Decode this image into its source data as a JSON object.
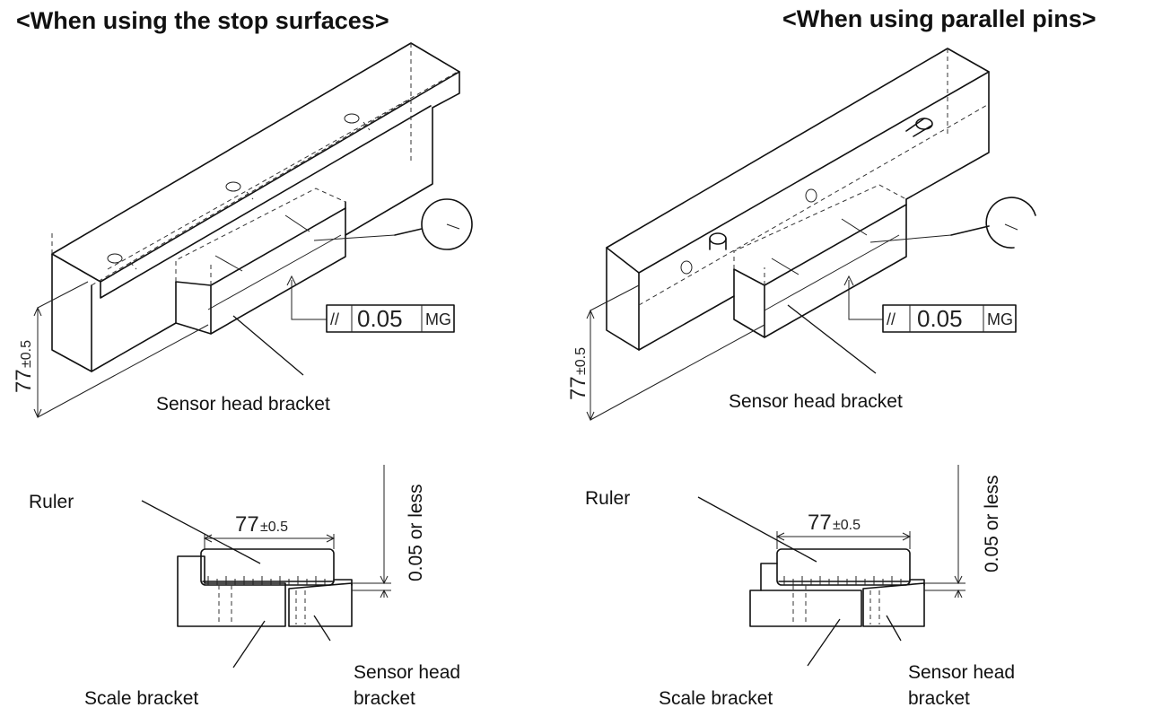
{
  "left": {
    "title": "<When using the stop surfaces>",
    "iso_dimension": "77",
    "iso_tolerance": "±0.5",
    "tolerance_symbol": "//",
    "tolerance_value": "0.05",
    "tolerance_datum": "MG",
    "iso_label": "Sensor head bracket",
    "ruler_label": "Ruler",
    "section_dimension": "77",
    "section_tolerance": "±0.5",
    "gap_label": "0.05 or less",
    "scale_bracket_label": "Scale bracket",
    "sensor_bracket_label_1": "Sensor head",
    "sensor_bracket_label_2": "bracket"
  },
  "right": {
    "title": "<When using parallel pins>",
    "iso_dimension": "77",
    "iso_tolerance": "±0.5",
    "tolerance_symbol": "//",
    "tolerance_value": "0.05",
    "tolerance_datum": "MG",
    "iso_label": "Sensor head bracket",
    "ruler_label": "Ruler",
    "section_dimension": "77",
    "section_tolerance": "±0.5",
    "gap_label": "0.05 or less",
    "scale_bracket_label": "Scale bracket",
    "sensor_bracket_label_1": "Sensor head",
    "sensor_bracket_label_2": "bracket"
  }
}
